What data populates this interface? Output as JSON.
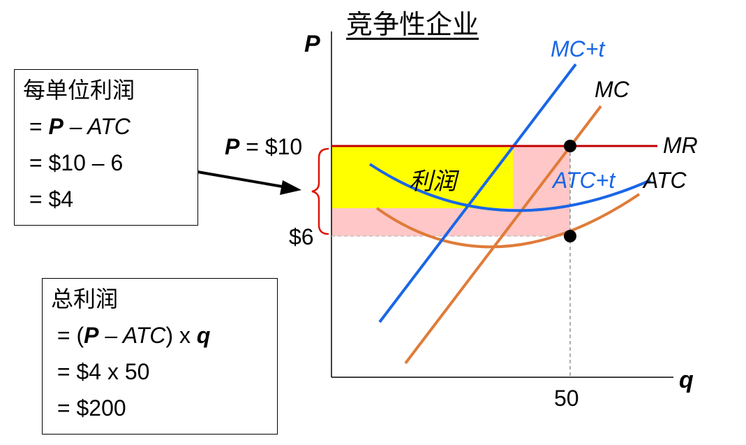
{
  "title": "竞争性企业",
  "axis": {
    "y_label": "P",
    "x_label": "q",
    "x_tick": "50"
  },
  "price_labels": {
    "p_bold": "P",
    "p_value": " = $10",
    "atc_value": "$6"
  },
  "curve_labels": {
    "mc_t": "MC+t",
    "mc": "MC",
    "mr": "MR",
    "atc_t": "ATC+t",
    "atc": "ATC"
  },
  "profit_area_label": "利润",
  "unit_profit_box": {
    "heading": "每单位利润",
    "l1_eq": " = ",
    "l1_p": "P",
    "l1_rest": " – ATC",
    "l2": " = $10 – 6",
    "l3": " = $4"
  },
  "total_profit_box": {
    "heading": "总利润",
    "l1_open": " = (",
    "l1_p": "P",
    "l1_mid": " – ATC",
    "l1_close": ") x ",
    "l1_q": "q",
    "l2": " = $4 x 50",
    "l3": " = $200"
  },
  "colors": {
    "mc_t": "#1a66e6",
    "mc": "#e07b39",
    "mr": "#c00000",
    "atc_t": "#1a66e6",
    "atc": "#e07b39",
    "profit_fill": "#ffff00",
    "pink_fill": "#ffc7c7",
    "brace": "#e0140a"
  }
}
